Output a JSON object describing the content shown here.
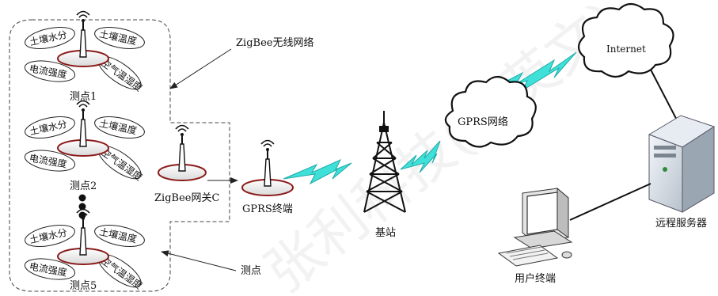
{
  "labels": {
    "zigbee_network": "ZigBee无线网络",
    "point1": "测点1",
    "point2": "测点2",
    "point5": "测点5",
    "gateway": "ZigBee网关C",
    "gprs_terminal": "GPRS终端",
    "base_station": "基站",
    "gprs_network": "GPRS网络",
    "internet": "Internet",
    "remote_server": "远程服务器",
    "user_terminal": "用户终端",
    "measure_point": "测点"
  },
  "sensors": {
    "soil_moisture": "土壤水分",
    "soil_temperature": "土壤温度",
    "current_strength": "电流强度",
    "air_temp_humidity": "空气温湿度"
  },
  "watermark": "张利科技(中英文)",
  "colors": {
    "node_ring": "#8b1a1a",
    "wireless_link": "#3ee0d8",
    "outline": "#222222"
  }
}
